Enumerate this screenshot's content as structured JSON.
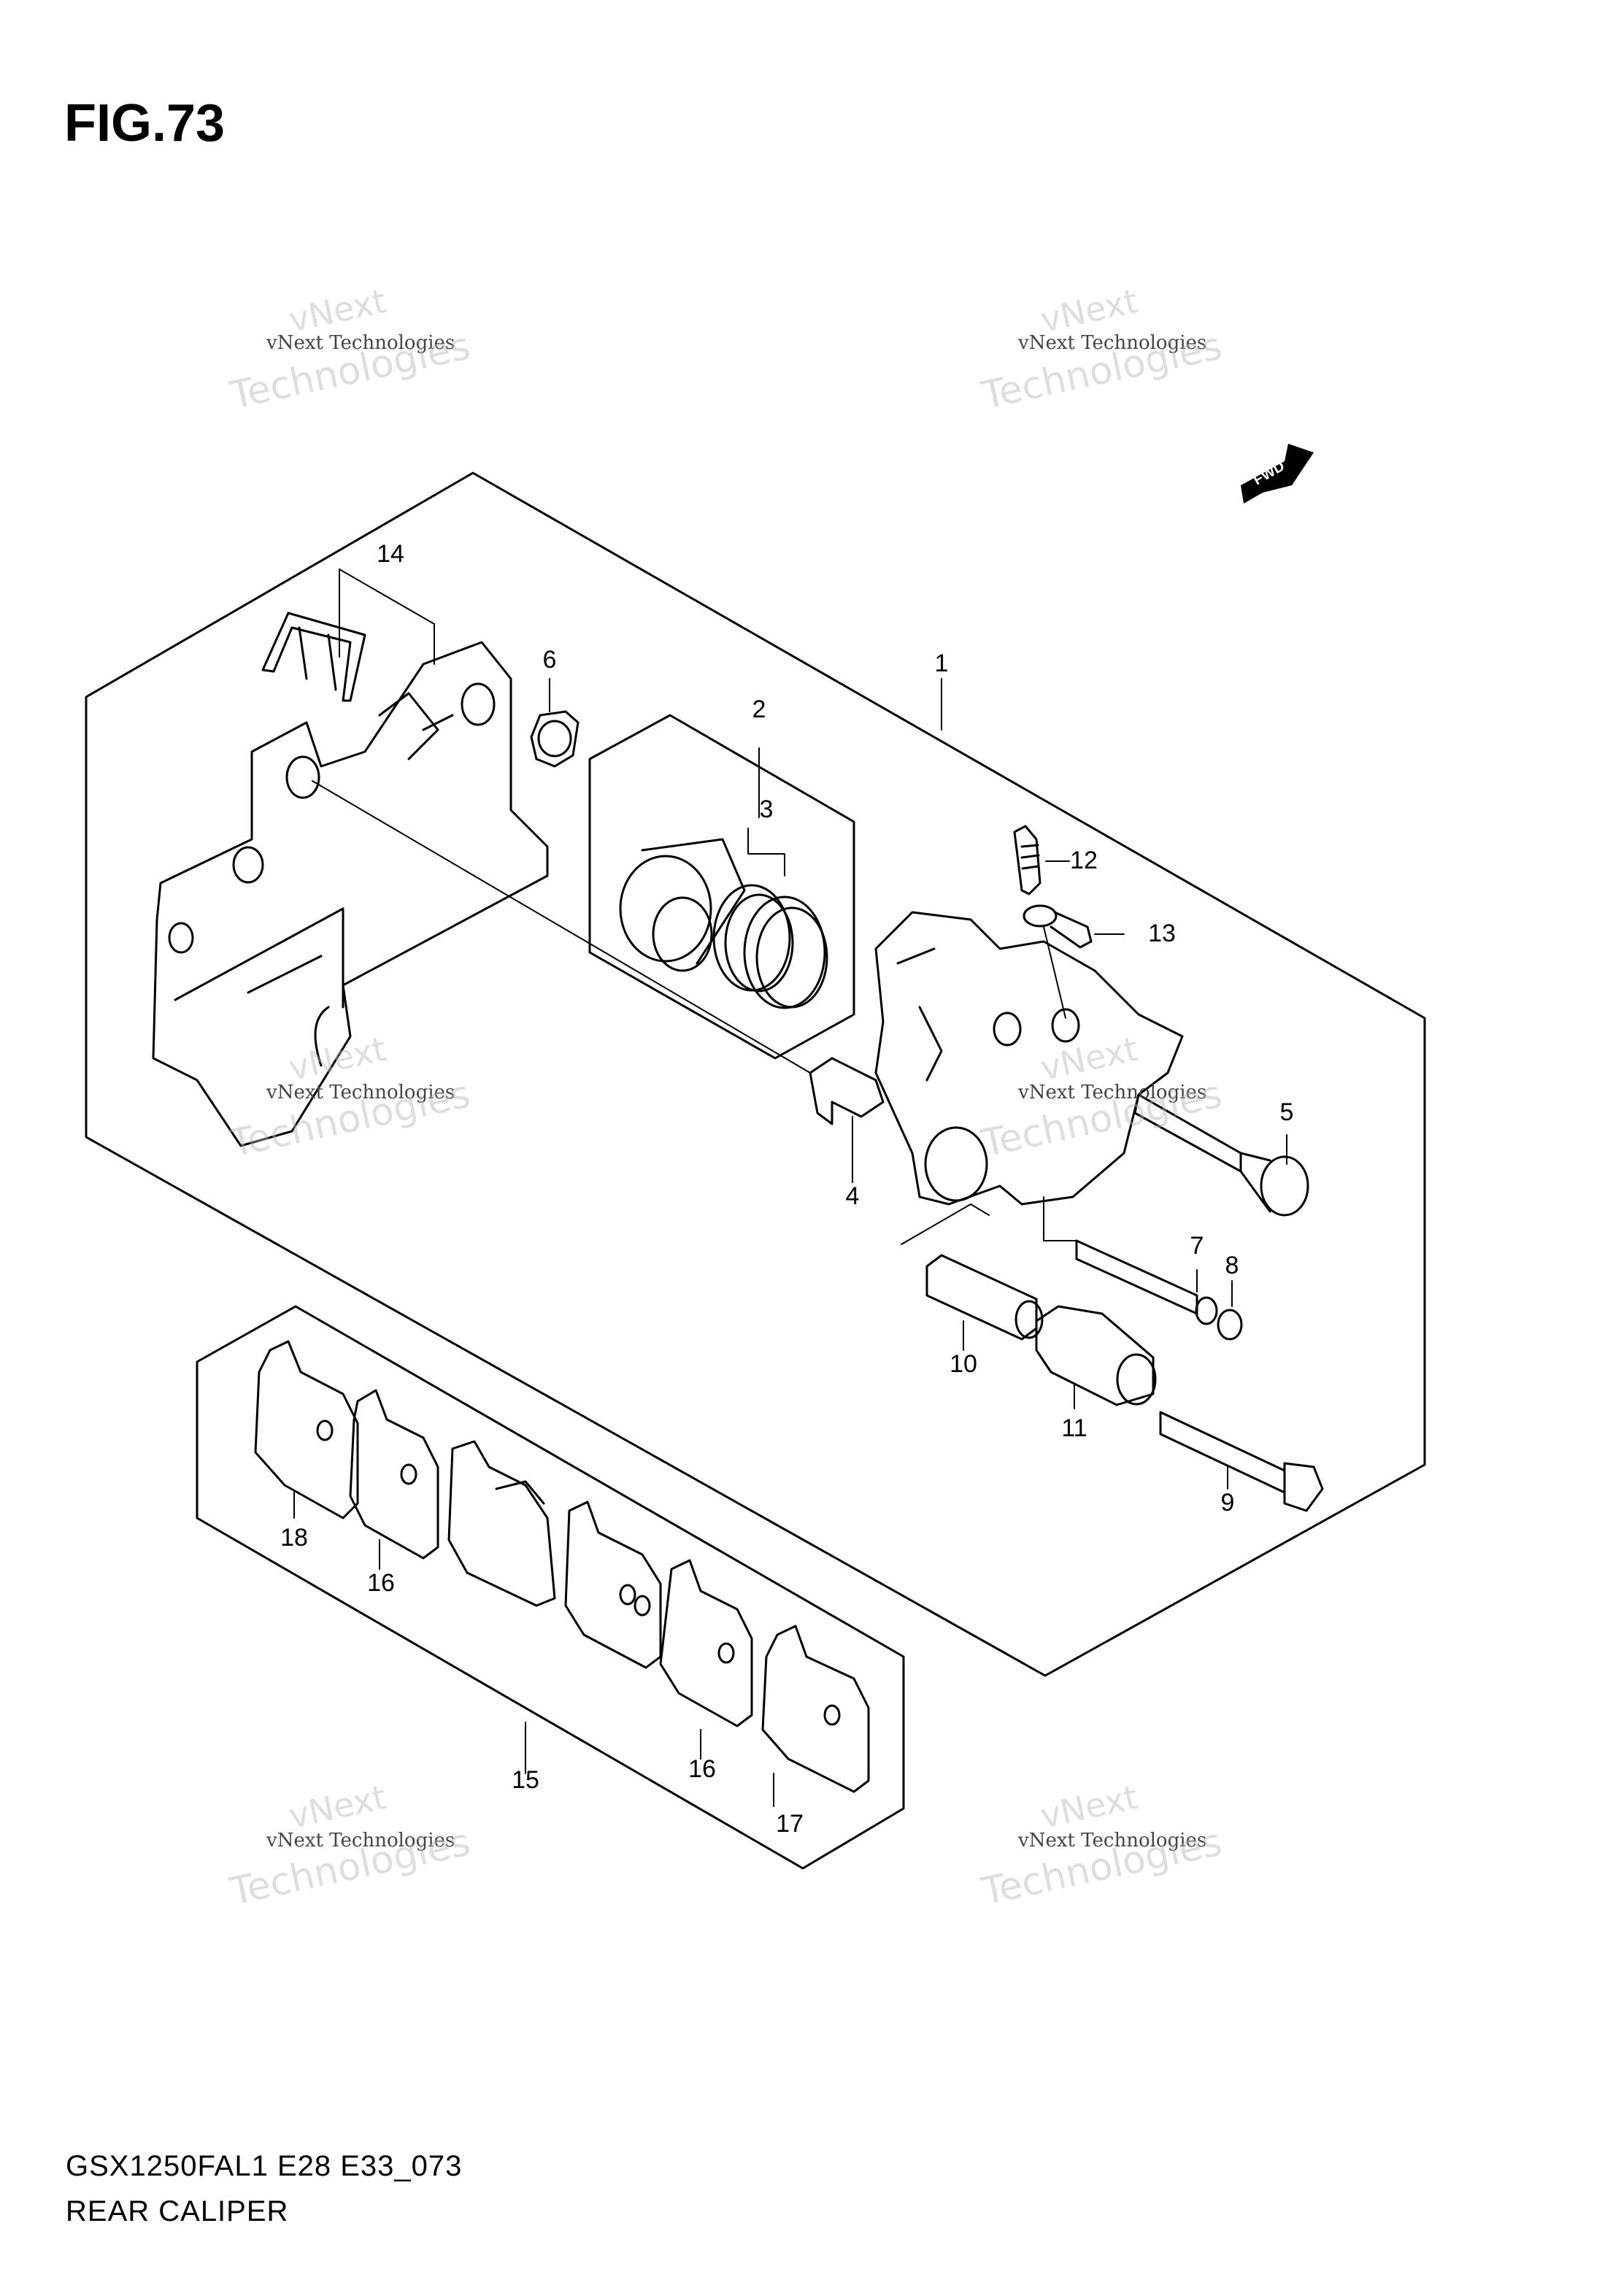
{
  "figure": {
    "title": "FIG.73",
    "model_code": "GSX1250FAL1 E28 E33_073",
    "section_name": "REAR CALIPER"
  },
  "direction_badge": "FWD",
  "watermark": {
    "line1": "vNext Technologies",
    "line2": "vNext",
    "line3": "Technologies"
  },
  "callouts": [
    "1",
    "2",
    "3",
    "4",
    "5",
    "6",
    "7",
    "8",
    "9",
    "10",
    "11",
    "12",
    "13",
    "14",
    "15",
    "16",
    "16",
    "17",
    "18"
  ],
  "colors": {
    "line": "#000000",
    "watermark": "#c8c8c8",
    "background": "#ffffff"
  }
}
